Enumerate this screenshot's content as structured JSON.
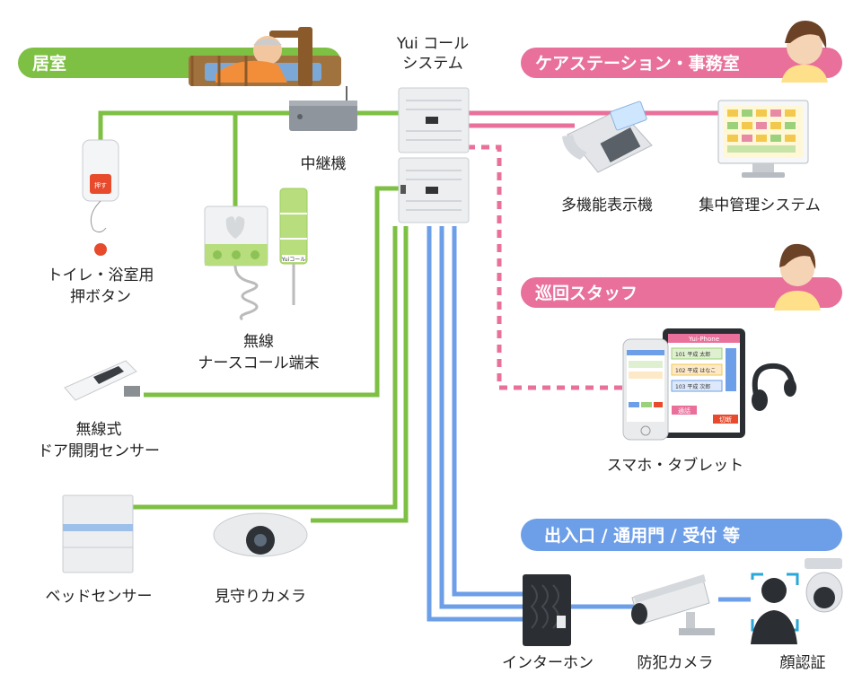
{
  "zones": {
    "room": "居室",
    "care_station": "ケアステーション・事務室",
    "patrol": "巡回スタッフ",
    "entrance": "出入口 / 通用門 / 受付 等"
  },
  "center": {
    "title_line1": "Yui コール",
    "title_line2": "システム"
  },
  "devices": {
    "relay": "中継機",
    "toilet_button_line1": "トイレ・浴室用",
    "toilet_button_line2": "押ボタン",
    "button_face": "押す",
    "wireless_nurse_line1": "無線",
    "wireless_nurse_line2": "ナースコール端末",
    "nurse_brand": "Yuiコール",
    "door_sensor_line1": "無線式",
    "door_sensor_line2": "ドア開閉センサー",
    "bed_sensor": "ベッドセンサー",
    "watch_camera": "見守りカメラ",
    "multi_display": "多機能表示機",
    "central_system": "集中管理システム",
    "smartphone": "スマホ・タブレット",
    "intercom": "インターホン",
    "security_camera": "防犯カメラ",
    "face_auth": "顔認証"
  },
  "tablet_screen": {
    "header": "Yui-Phone",
    "rows": [
      "101 平成 太郎",
      "102 平成 はなこ",
      "103 平成 次郎"
    ],
    "buttons": [
      "通話",
      "切断"
    ]
  },
  "colors": {
    "green": "#7dc043",
    "pink": "#e8709a",
    "blue": "#6d9ee8",
    "green_zone": "#7dc043",
    "pink_zone": "#e8709a",
    "blue_zone": "#6d9ee8"
  }
}
